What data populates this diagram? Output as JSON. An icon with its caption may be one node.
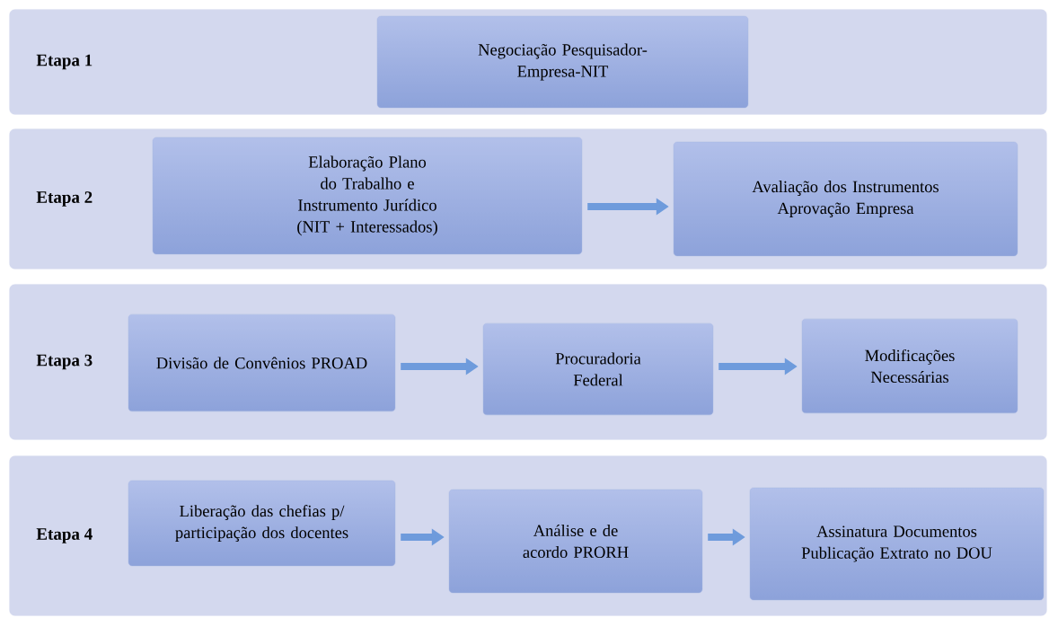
{
  "diagram": {
    "nodes": [
      {
        "text": [
          "Etapa 1"
        ]
      },
      {
        "text": [
          "Negociação Pesquisador-Empresa-NIT"
        ],
        "in": 0
      },
      {
        "text": [
          "Etapa 2"
        ]
      },
      {
        "text": [
          "Elaboração Plano do Trabalho e Instrumento Jurídico (NIT + Interessados)"
        ],
        "in": 2
      },
      {
        "text": [
          "Avaliação dos Instrumentos Aprovação Empresa"
        ],
        "in": 2
      },
      {
        "text": [
          "Etapa 3"
        ]
      },
      {
        "text": [
          "Divisão de Convênios PROAD"
        ],
        "in": 5
      },
      {
        "text": [
          "Procuradoria Federal"
        ],
        "in": 5
      },
      {
        "text": [
          "Modificações Necessárias"
        ],
        "in": 5
      },
      {
        "text": [
          "Etapa 4"
        ]
      },
      {
        "text": [
          "Liberação das chefias p/ participação dos docentes"
        ],
        "in": 9
      },
      {
        "text": [
          "Análise e de acordo PRORH"
        ],
        "in": 9
      },
      {
        "text": [
          "Assinatura Documentos Publicação Extrato no DOU"
        ],
        "in": 9
      }
    ],
    "edges": [
      {
        "from": 3,
        "to": 4,
        "arrow": "to"
      },
      {
        "from": 6,
        "to": 7,
        "arrow": "to"
      },
      {
        "from": 7,
        "to": 8,
        "arrow": "to"
      },
      {
        "from": 10,
        "to": 11,
        "arrow": "to"
      },
      {
        "from": 11,
        "to": 12,
        "arrow": "to"
      }
    ]
  }
}
